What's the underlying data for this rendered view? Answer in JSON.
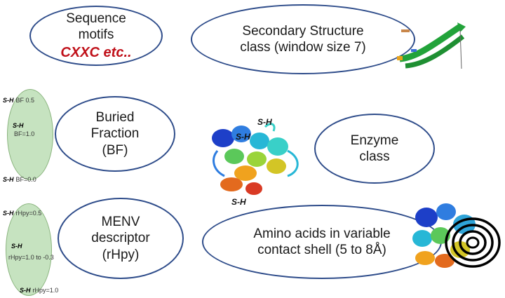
{
  "ovals": {
    "seq": {
      "line1": "Sequence",
      "line2": "motifs",
      "highlight": "CXXC etc.."
    },
    "ss": {
      "line1": "Secondary Structure",
      "line2": "class (window size 7)"
    },
    "bf": {
      "line1": "Buried",
      "line2": "Fraction",
      "line3": "(BF)"
    },
    "enzyme": {
      "line1": "Enzyme",
      "line2": "class"
    },
    "menv": {
      "line1": "MENV",
      "line2": "descriptor",
      "line3": "(rHpy)"
    },
    "aa": {
      "line1": "Amino acids in variable",
      "line2": "contact shell (5 to 8Å)"
    }
  },
  "sh_tag": "S-H",
  "bf_labels": {
    "top": "BF 0.5",
    "mid": "BF=1.0",
    "bottom": "BF=0.0"
  },
  "rhpy_labels": {
    "top": "rHpy=0.5",
    "mid": "rHpy=1.0 to -0.3",
    "bottom": "rHpy=1.0"
  },
  "colors": {
    "oval_border": "#2e4c8a",
    "highlight": "#c0111a",
    "green_oval": "#c6e3c0"
  }
}
